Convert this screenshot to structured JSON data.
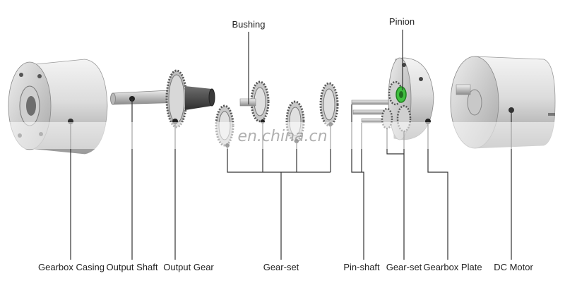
{
  "labels_bottom": {
    "gearbox_casing": "Gearbox Casing",
    "output_shaft": "Output Shaft",
    "output_gear": "Output Gear",
    "gear_set_left": "Gear-set",
    "pin_shaft": "Pin-shaft",
    "gear_set_right": "Gear-set",
    "gearbox_plate": "Gearbox Plate",
    "dc_motor": "DC Motor"
  },
  "labels_top": {
    "bushing": "Bushing",
    "pinion": "Pinion"
  },
  "watermark": "en.china.cn",
  "colors": {
    "metal_light": "#e4e4e4",
    "metal_dark": "#8a8a8a",
    "line": "#333333",
    "pinion_accent": "#3fbf3f"
  }
}
